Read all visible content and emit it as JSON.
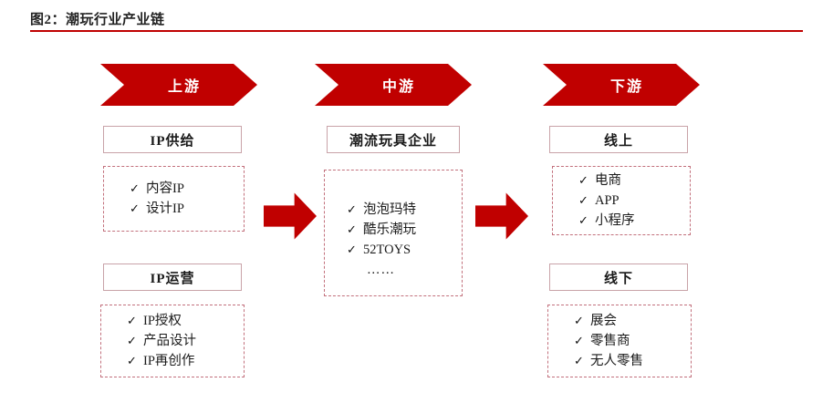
{
  "figure": {
    "title": "图2：潮玩行业产业链"
  },
  "colors": {
    "accent_red": "#C00000",
    "solid_box_border": "#C9A3A8",
    "dashed_box_border": "#C2707C",
    "banner_text": "#FFFFFF"
  },
  "stages": [
    {
      "id": "upstream",
      "banner_label": "上游",
      "groups": [
        {
          "id": "ip-supply",
          "title": "IP供给",
          "items": [
            "内容IP",
            "设计IP"
          ]
        },
        {
          "id": "ip-operation",
          "title": "IP运营",
          "items": [
            "IP授权",
            "产品设计",
            "IP再创作"
          ]
        }
      ]
    },
    {
      "id": "midstream",
      "banner_label": "中游",
      "groups": [
        {
          "id": "toy-company",
          "title": "潮流玩具企业",
          "items": [
            "泡泡玛特",
            "酷乐潮玩",
            "52TOYS"
          ],
          "ellipsis": "……"
        }
      ]
    },
    {
      "id": "downstream",
      "banner_label": "下游",
      "groups": [
        {
          "id": "online",
          "title": "线上",
          "items": [
            "电商",
            "APP",
            "小程序"
          ]
        },
        {
          "id": "offline",
          "title": "线下",
          "items": [
            "展会",
            "零售商",
            "无人零售"
          ]
        }
      ]
    }
  ],
  "connectors": [
    {
      "id": "upstream-to-midstream",
      "icon": "right-block-arrow-icon"
    },
    {
      "id": "midstream-to-downstream",
      "icon": "right-block-arrow-icon"
    }
  ],
  "bullet": {
    "check_glyph": "✓"
  }
}
